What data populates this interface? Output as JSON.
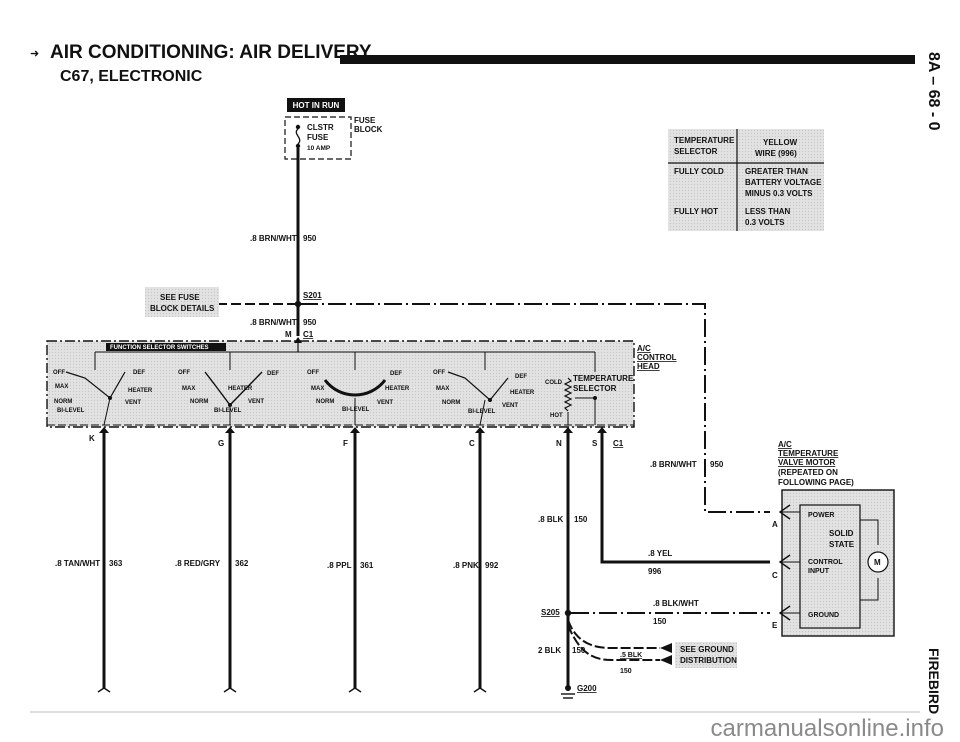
{
  "header": {
    "title": "AIR CONDITIONING: AIR DELIVERY",
    "subtitle": "C67, ELECTRONIC",
    "page_number": "8A – 68 - 0",
    "vehicle": "FIREBIRD"
  },
  "fuse": {
    "hot_in_run": "HOT IN RUN",
    "fuse_block": "FUSE\nBLOCK",
    "fuse_block_l1": "FUSE",
    "fuse_block_l2": "BLOCK",
    "fuse_name_l1": "CLSTR",
    "fuse_name_l2": "FUSE",
    "fuse_rating": "10 AMP"
  },
  "wires": {
    "w950_top_gauge": ".8 BRN/WHT",
    "w950_top_num": "950",
    "w950_mid_gauge": ".8 BRN/WHT",
    "w950_mid_num": "950",
    "w950_right_gauge": ".8 BRN/WHT",
    "w950_right_num": "950",
    "w150_gauge": ".8 BLK",
    "w150_num": "150",
    "w996_gauge": ".8 YEL",
    "w996_num": "996",
    "w150b_gauge": ".8 BLK/WHT",
    "w150b_num": "150",
    "w150c_gauge": "2 BLK",
    "w150c_num": "150",
    "w150d_gauge": ".5 BLK",
    "w150d_num": "150",
    "w363_gauge": ".8 TAN/WHT",
    "w363_num": "363",
    "w362_gauge": ".8 RED/GRY",
    "w362_num": "362",
    "w361_gauge": ".8 PPL",
    "w361_num": "361",
    "w992_gauge": ".8 PNK",
    "w992_num": "992"
  },
  "splices": {
    "s201": "S201",
    "s205": "S205",
    "g200": "G200",
    "c1_top": "C1",
    "c1_bottom": "C1",
    "m": "M"
  },
  "notes": {
    "see_fuse_l1": "SEE FUSE",
    "see_fuse_l2": "BLOCK DETAILS",
    "see_ground_l1": "SEE GROUND",
    "see_ground_l2": "DISTRIBUTION"
  },
  "control_head": {
    "title": "FUNCTION SELECTOR SWITCHES",
    "label_l1": "A/C",
    "label_l2": "CONTROL",
    "label_l3": "HEAD",
    "temp_l1": "TEMPERATURE",
    "temp_l2": "SELECTOR",
    "cold": "COLD",
    "hot": "HOT",
    "off": "OFF",
    "def": "DEF",
    "max": "MAX",
    "heater": "HEATER",
    "norm": "NORM",
    "vent": "VENT",
    "bilevel": "BI-LEVEL",
    "pins": [
      "K",
      "G",
      "F",
      "C",
      "N",
      "S"
    ]
  },
  "motor": {
    "title_l1": "A/C",
    "title_l2": "TEMPERATURE",
    "title_l3": "VALVE MOTOR",
    "title_l4": "(REPEATED ON",
    "title_l5": "FOLLOWING PAGE)",
    "power": "POWER",
    "solid_l1": "SOLID",
    "solid_l2": "STATE",
    "control_l1": "CONTROL",
    "control_l2": "INPUT",
    "ground": "GROUND",
    "m": "M",
    "pins": [
      "A",
      "C",
      "E"
    ]
  },
  "table": {
    "headers": [
      "TEMPERATURE SELECTOR",
      "YELLOW WIRE (996)"
    ],
    "h1_l1": "TEMPERATURE",
    "h1_l2": "SELECTOR",
    "h2_l1": "YELLOW",
    "h2_l2": "WIRE (996)",
    "r1_c1": "FULLY COLD",
    "r1_c2_l1": "GREATER THAN",
    "r1_c2_l2": "BATTERY VOLTAGE",
    "r1_c2_l3": "MINUS 0.3 VOLTS",
    "r2_c1": "FULLY HOT",
    "r2_c2_l1": "LESS THAN",
    "r2_c2_l2": "0.3 VOLTS"
  },
  "watermark": "carmanualsonline.info"
}
